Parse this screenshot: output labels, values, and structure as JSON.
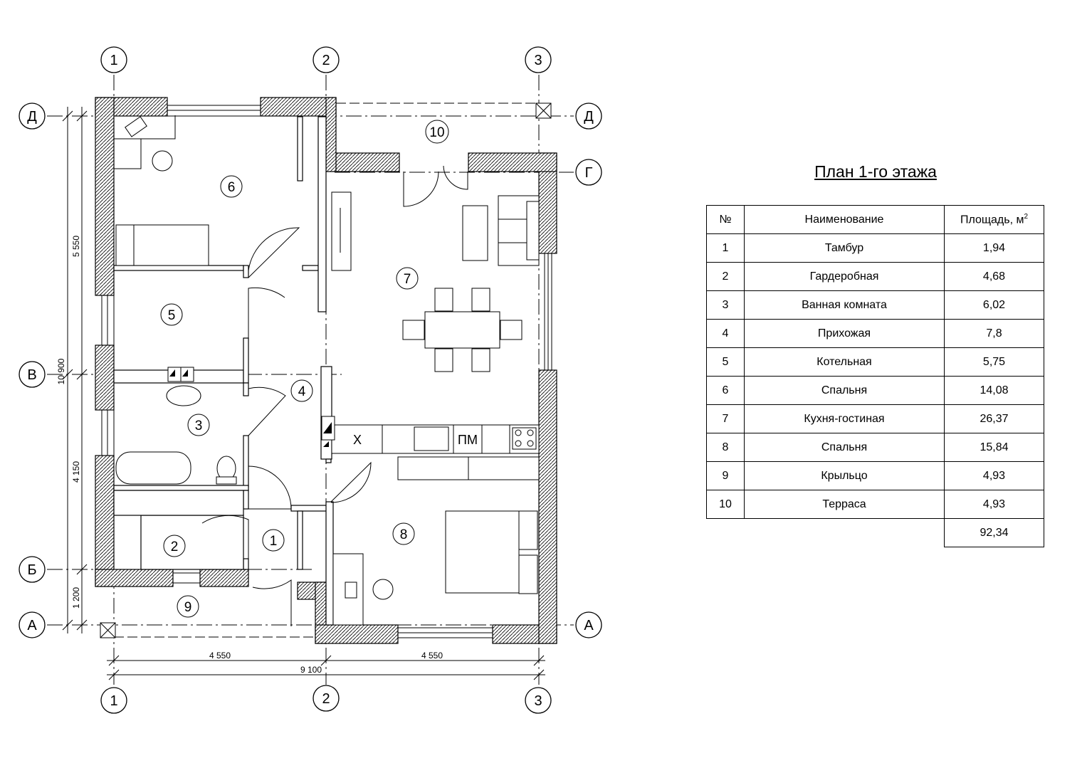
{
  "title": "План 1-го этажа",
  "table": {
    "headers": {
      "num": "№",
      "name": "Наименование",
      "area": "Площадь, м",
      "area_sup": "2"
    },
    "rows": [
      {
        "num": "1",
        "name": "Тамбур",
        "area": "1,94"
      },
      {
        "num": "2",
        "name": "Гардеробная",
        "area": "4,68"
      },
      {
        "num": "3",
        "name": "Ванная комната",
        "area": "6,02"
      },
      {
        "num": "4",
        "name": "Прихожая",
        "area": "7,8"
      },
      {
        "num": "5",
        "name": "Котельная",
        "area": "5,75"
      },
      {
        "num": "6",
        "name": "Спальня",
        "area": "14,08"
      },
      {
        "num": "7",
        "name": "Кухня-гостиная",
        "area": "26,37"
      },
      {
        "num": "8",
        "name": "Спальня",
        "area": "15,84"
      },
      {
        "num": "9",
        "name": "Крыльцо",
        "area": "4,93"
      },
      {
        "num": "10",
        "name": "Терраса",
        "area": "4,93"
      }
    ],
    "total": "92,34"
  },
  "axes": {
    "vertical": [
      "1",
      "2",
      "3"
    ],
    "horizontal": [
      "Д",
      "Г",
      "В",
      "Б",
      "А"
    ]
  },
  "dimensions": {
    "left_5550": "5 550",
    "left_10900": "10 900",
    "left_4150": "4 150",
    "left_1200": "1 200",
    "bottom_4550_a": "4 550",
    "bottom_4550_b": "4 550",
    "bottom_9100": "9 100"
  },
  "room_labels": [
    "1",
    "2",
    "3",
    "4",
    "5",
    "6",
    "7",
    "8",
    "9",
    "10"
  ],
  "appliances": {
    "fridge": "Х",
    "dishwasher": "ПМ"
  }
}
